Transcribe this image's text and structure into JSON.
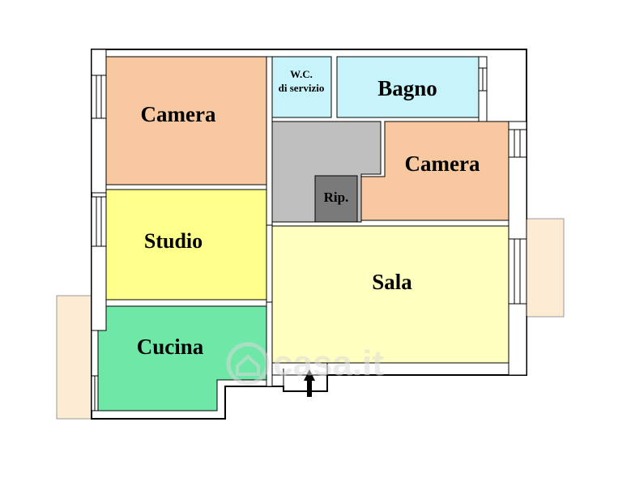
{
  "rooms": {
    "camera_1": {
      "label": "Camera",
      "color": "#F8C8A0"
    },
    "wc": {
      "label_line1": "W.C.",
      "label_line2": "di servizio",
      "color": "#C6F4FA"
    },
    "bagno": {
      "label": "Bagno",
      "color": "#C6F4FA"
    },
    "camera_2": {
      "label": "Camera",
      "color": "#F8C8A0"
    },
    "ripostiglio": {
      "label": "Rip.",
      "color": "#7A7A7A"
    },
    "corridoio": {
      "color": "#BFBFBF"
    },
    "studio": {
      "label": "Studio",
      "color": "#FFFF8C"
    },
    "sala": {
      "label": "Sala",
      "color": "#FFFFBF"
    },
    "cucina": {
      "label": "Cucina",
      "color": "#6FE7A7"
    }
  },
  "balcony_color": "#FDEBD3",
  "wall_color": "#FFFFFF",
  "outline_color": "#000000",
  "watermark": {
    "text": "casa.it"
  },
  "entrance_icon": "entrance-arrow-icon"
}
